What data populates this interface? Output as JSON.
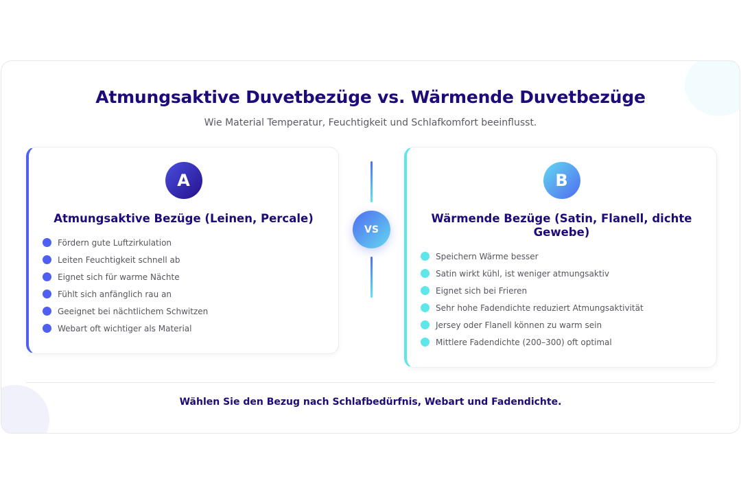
{
  "title": "Atmungsaktive Duvetbezüge vs. Wärmende Duvetbezüge",
  "subtitle": "Wie Material Temperatur, Feuchtigkeit und Schlafkomfort beeinflusst.",
  "vs_label": "VS",
  "card_a": {
    "badge": "A",
    "title": "Atmungsaktive Bezüge (Leinen, Percale)",
    "items": [
      "Fördern gute Luftzirkulation",
      "Leiten Feuchtigkeit schnell ab",
      "Eignet sich für warme Nächte",
      "Fühlt sich anfänglich rau an",
      "Geeignet bei nächtlichem Schwitzen",
      "Webart oft wichtiger als Material"
    ]
  },
  "card_b": {
    "badge": "B",
    "title": "Wärmende Bezüge (Satin, Flanell, dichte Gewebe)",
    "items": [
      "Speichern Wärme besser",
      "Satin wirkt kühl, ist weniger atmungsaktiv",
      "Eignet sich bei Frieren",
      "Sehr hohe Fadendichte reduziert Atmungsaktivität",
      "Jersey oder Flanell können zu warm sein",
      "Mittlere Fadendichte (200–300) oft optimal"
    ]
  },
  "footer": "Wählen Sie den Bezug nach Schlafbedürfnis, Webart und Fadendichte.",
  "colors": {
    "accent_a": "#4f5ff0",
    "accent_b": "#5ee6ea",
    "heading": "#1f0a7a"
  }
}
